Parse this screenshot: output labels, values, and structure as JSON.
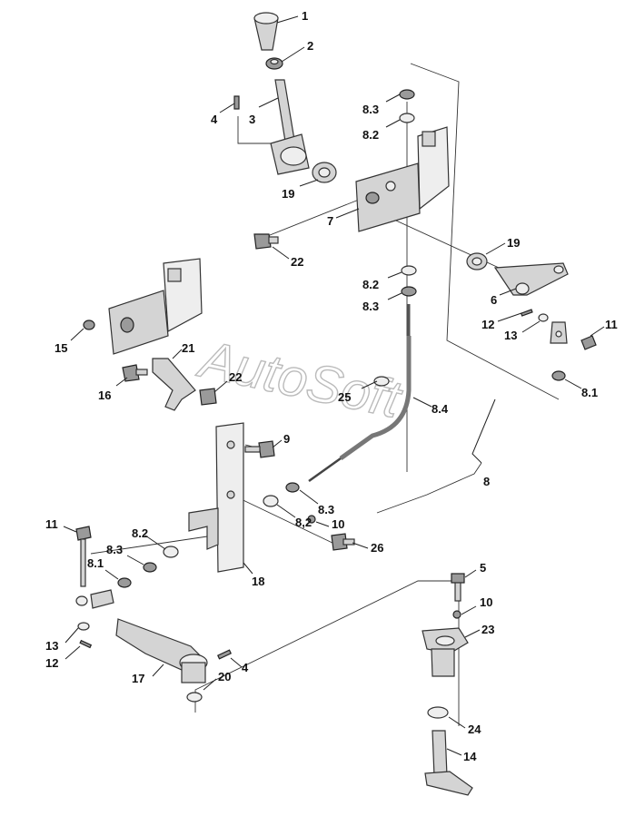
{
  "watermark": "AutoSoft",
  "labels": {
    "l1": "1",
    "l2": "2",
    "l3": "3",
    "l4a": "4",
    "l83a": "8.3",
    "l82a": "8.2",
    "l19a": "19",
    "l7": "7",
    "l22a": "22",
    "l19b": "19",
    "l82b": "8.2",
    "l83b": "8.3",
    "l6": "6",
    "l12a": "12",
    "l13a": "13",
    "l11a": "11",
    "l81a": "8.1",
    "l15": "15",
    "l21": "21",
    "l16": "16",
    "l22b": "22",
    "l25": "25",
    "l84": "8.4",
    "l9": "9",
    "l8": "8",
    "l83c": "8.3",
    "l82c": "8,2",
    "l10a": "10",
    "l26": "26",
    "l11b": "11",
    "l82d": "8.2",
    "l83d": "8.3",
    "l81b": "8.1",
    "l18": "18",
    "l5": "5",
    "l10b": "10",
    "l23": "23",
    "l13b": "13",
    "l12b": "12",
    "l17": "17",
    "l20": "20",
    "l4b": "4",
    "l24": "24",
    "l14": "14"
  }
}
